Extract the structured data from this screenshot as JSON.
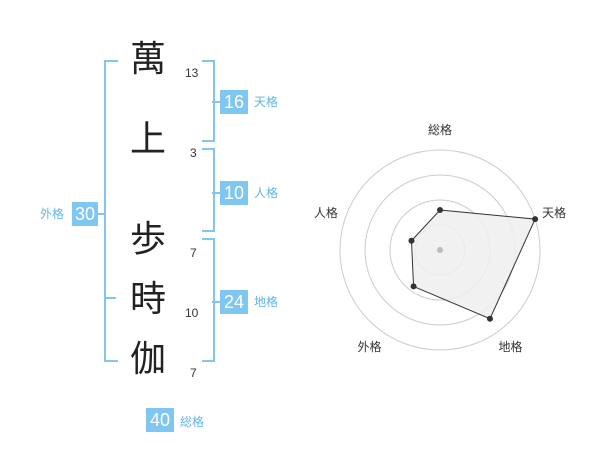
{
  "characters": [
    {
      "char": "萬",
      "strokes": "13"
    },
    {
      "char": "上",
      "strokes": "3"
    },
    {
      "char": "歩",
      "strokes": "7"
    },
    {
      "char": "時",
      "strokes": "10"
    },
    {
      "char": "伽",
      "strokes": "7"
    }
  ],
  "fortunes": {
    "tenkaku": {
      "value": "16",
      "label": "天格"
    },
    "jinkaku": {
      "value": "10",
      "label": "人格"
    },
    "chikaku": {
      "value": "24",
      "label": "地格"
    },
    "gaikaku": {
      "value": "30",
      "label": "外格"
    },
    "soukaku": {
      "value": "40",
      "label": "総格"
    }
  },
  "chart_data": {
    "type": "radar",
    "axes": [
      "総格",
      "天格",
      "地格",
      "外格",
      "人格"
    ],
    "values": [
      0.4,
      1.0,
      0.85,
      0.45,
      0.3
    ],
    "range": [
      0,
      1
    ],
    "rings": 4,
    "colors": {
      "fill": "#efefef",
      "line": "#333333",
      "grid": "#cccccc",
      "center": "#bbbbbb"
    }
  }
}
